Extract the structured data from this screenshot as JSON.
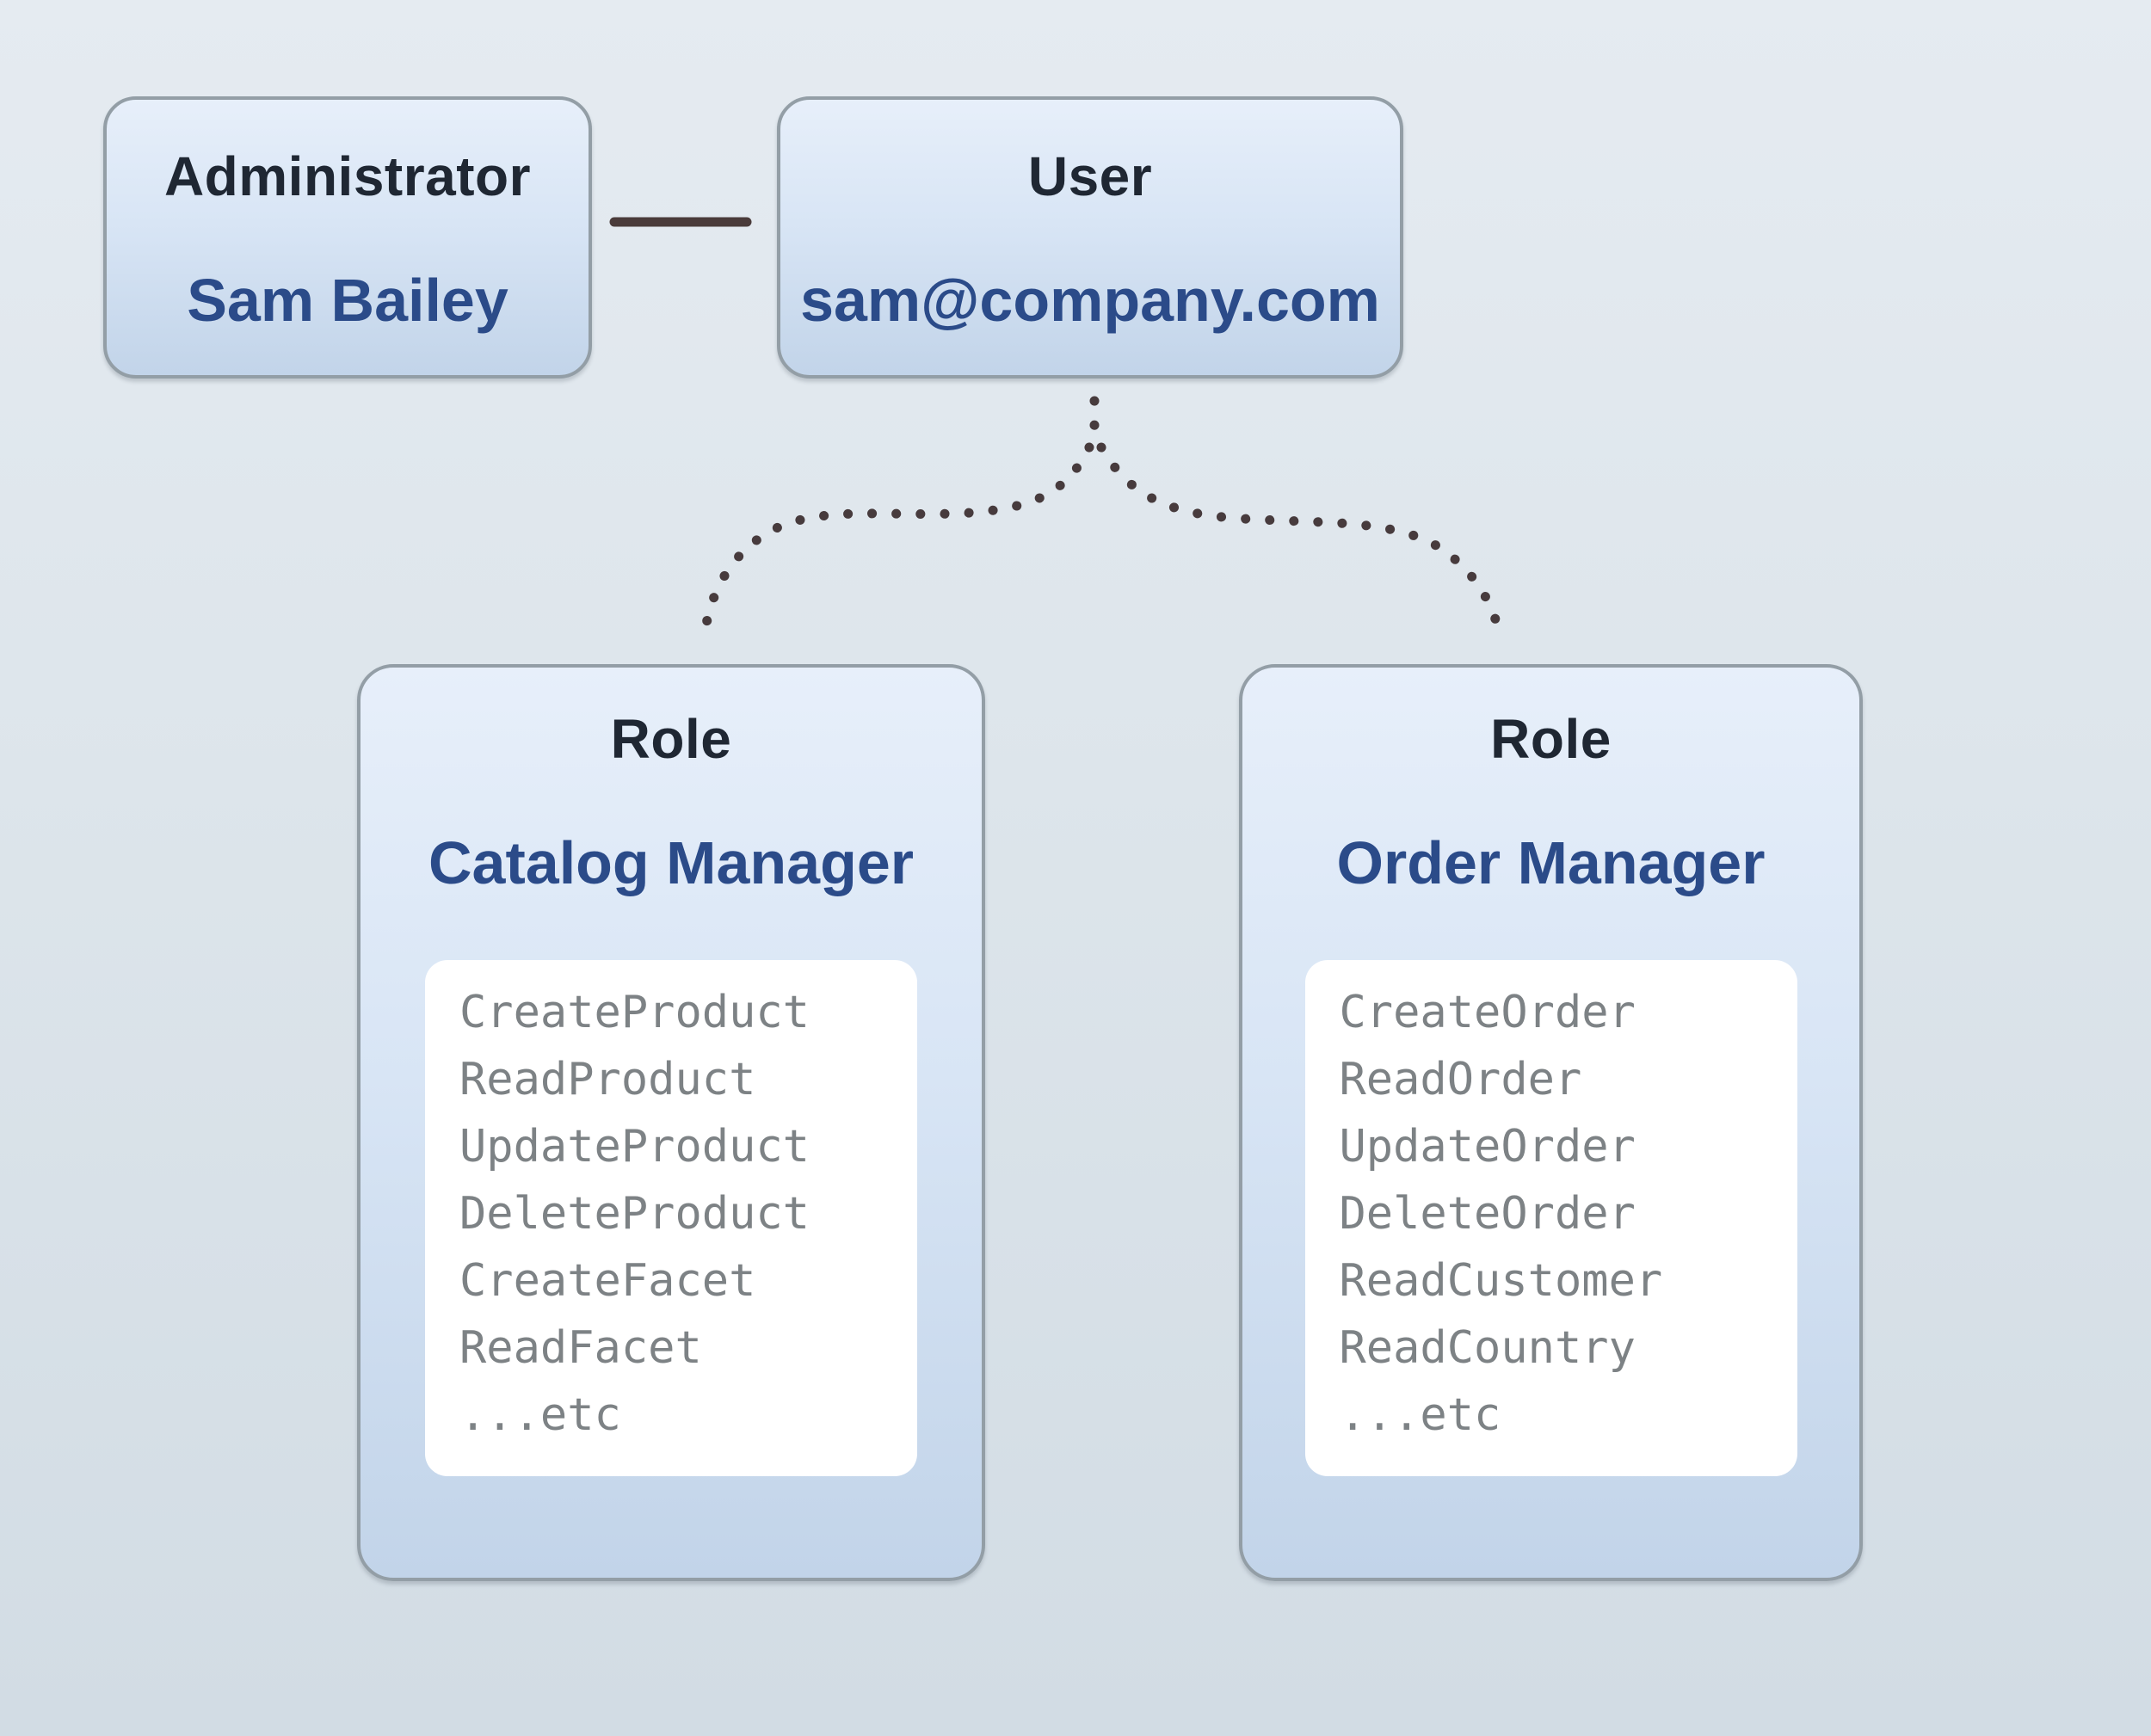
{
  "administrator": {
    "title": "Administrator",
    "name": "Sam Bailey"
  },
  "user": {
    "title": "User",
    "email": "sam@company.com"
  },
  "roles": [
    {
      "title": "Role",
      "name": "Catalog Manager",
      "permissions": [
        "CreateProduct",
        "ReadProduct",
        "UpdateProduct",
        "DeleteProduct",
        "CreateFacet",
        "ReadFacet",
        "...etc"
      ]
    },
    {
      "title": "Role",
      "name": "Order Manager",
      "permissions": [
        "CreateOrder",
        "ReadOrder",
        "UpdateOrder",
        "DeleteOrder",
        "ReadCustomer",
        "ReadCountry",
        "...etc"
      ]
    }
  ],
  "connectors": {
    "admin_user_link": "solid-line",
    "user_roles_link": "dotted-curve"
  },
  "colors": {
    "background_top": "#e5ebf1",
    "background_bottom": "#d2dce4",
    "box_border": "#939ea6",
    "box_fill_top": "#e7effa",
    "box_fill_bottom": "#c2d4e9",
    "card_background": "#ffffff",
    "title_text": "#1f2733",
    "accent_blue_text": "#2b4b89",
    "permission_text": "#7d8285",
    "connector": "#4a3b3a"
  }
}
